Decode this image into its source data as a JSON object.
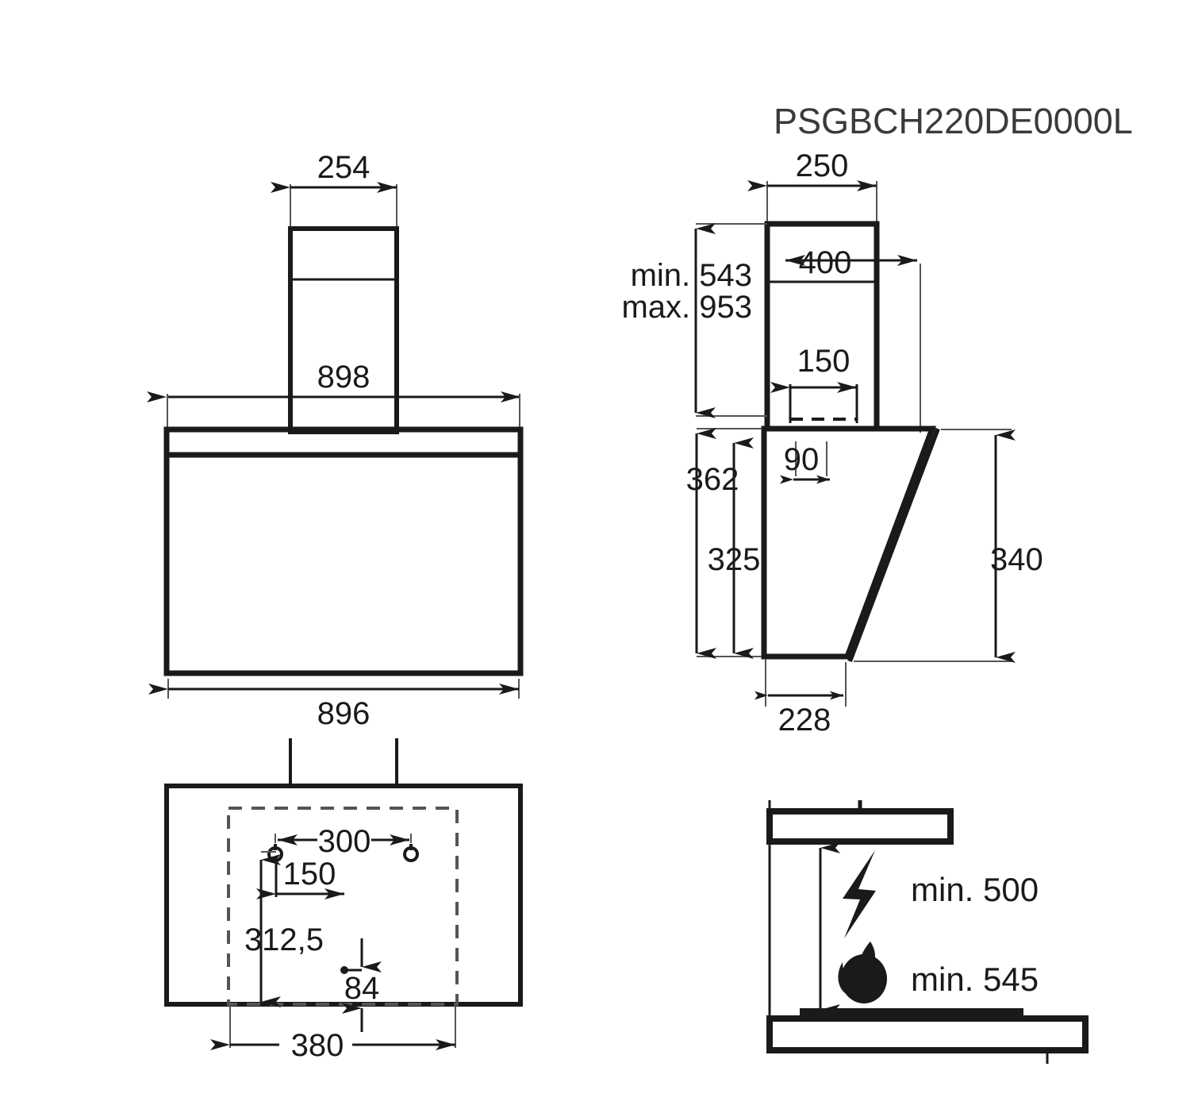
{
  "title": "PSGBCH220DE0000L",
  "views": {
    "front": {
      "name": "front-elevation",
      "dims": {
        "chimney_width": "254",
        "overall_width_top": "898",
        "body_width_bottom": "896"
      }
    },
    "side": {
      "name": "side-elevation",
      "dims": {
        "chimney_depth": "250",
        "height_min_label": "min. 543",
        "height_max_label": "max. 953",
        "duct_offset": "400",
        "outlet_width": "150",
        "outlet_offset": "90",
        "body_height": "362",
        "body_height_inner": "325",
        "front_height": "340",
        "body_depth_bottom": "228"
      }
    },
    "template": {
      "name": "wall-mounting-template",
      "dims": {
        "hole_spacing_horizontal": "300",
        "hole_offset_horizontal": "150",
        "hole_offset_vertical": "312,5",
        "lower_offset": "84",
        "template_width": "380"
      }
    },
    "clearance": {
      "name": "installation-clearance",
      "items": [
        {
          "icon": "lightning-bolt-icon",
          "label": "min. 500"
        },
        {
          "icon": "flame-icon",
          "label": "min. 545"
        }
      ]
    }
  },
  "colors": {
    "line": "#1a1a1a",
    "thin_line": "#555555",
    "background": "#ffffff"
  }
}
